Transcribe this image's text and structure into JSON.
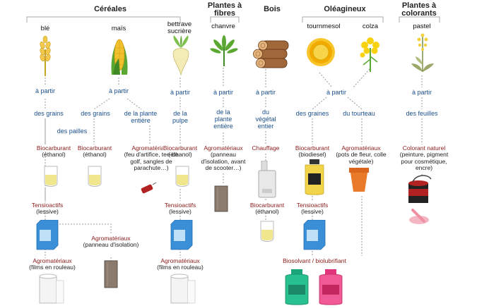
{
  "categories": {
    "cereales": "Céréales",
    "plantes_fibres": "Plantes à fibres",
    "bois": "Bois",
    "oleagineux": "Oléagineux",
    "plantes_colorants": "Plantes à colorants"
  },
  "plants": {
    "ble": "blé",
    "mais": "maïs",
    "betterave": "bettrave sucrière",
    "chanvre": "chanvre",
    "tournesol": "tournmesol",
    "colza": "colza",
    "pastel": "pastel"
  },
  "connector": "à partir",
  "sources": {
    "grains": "des grains",
    "pailles": "des pailles",
    "plante_entiere": "de la plante entière",
    "pulpe": "de la pulpe",
    "vegetal_entier": "du végétal entier",
    "graines": "des graines",
    "tourteau": "du tourteau",
    "feuilles": "des feuilles"
  },
  "products": {
    "biocarburant": "Biocarburant",
    "ethanol": "(éthanol)",
    "biodiesel": "(biodiesel)",
    "agromateriaux": "Agromatériaux",
    "feux_artifice": "(feu d'artifice, tee de golf, sangles de parachute…)",
    "panneau_isolation": "(panneau d'isolation)",
    "panneau_scooter": "(panneau d'isolation, avant de scooter…)",
    "pots_colle": "(pots de fleur, colle végétale)",
    "films": "(films en rouleau)",
    "tensioactifs": "Tensioactifs",
    "lessive": "(lessive)",
    "chauffage": "Chauffage",
    "colorant": "Colorant naturel",
    "colorant_desc": "(peinture, pigment pour cosmétique, encre)",
    "biosolvant": "Biosolvant / biolubrifiant"
  },
  "colors": {
    "line": "#999999",
    "product_red": "#8b1a1a",
    "source_blue": "#1a4f8c"
  }
}
